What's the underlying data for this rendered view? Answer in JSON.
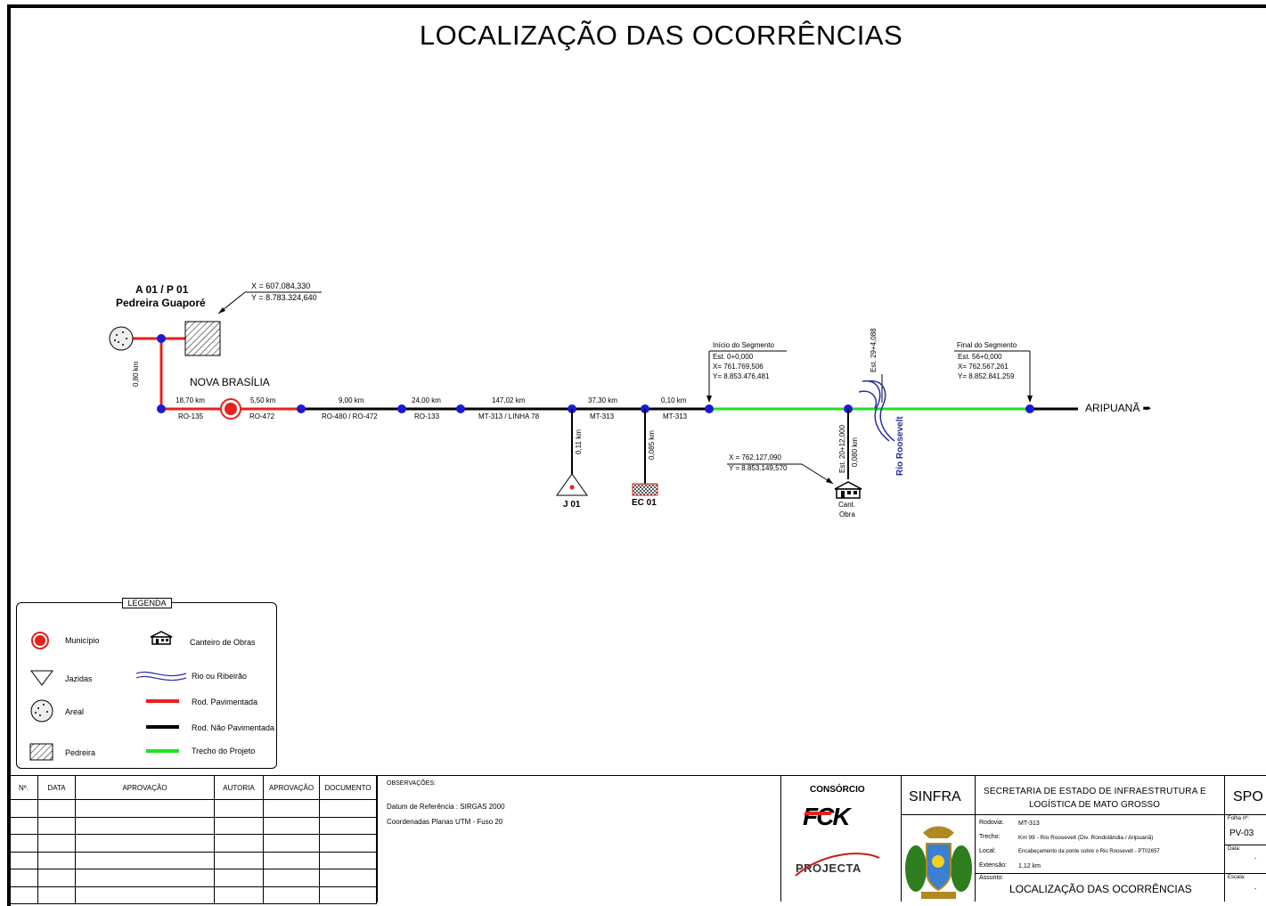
{
  "title": "LOCALIZAÇÃO DAS OCORRÊNCIAS",
  "diagram": {
    "pedreira": {
      "code": "A 01 / P 01",
      "name": "Pedreira Guaporé",
      "x": "X = 607.084,330",
      "y": "Y = 8.783.324,640"
    },
    "branch_distance": "0,80 km",
    "city": "NOVA BRASÍLIA",
    "segments": [
      {
        "distance": "18,70 km",
        "road": "RO-135"
      },
      {
        "distance": "5,50 km",
        "road": "RO-472"
      },
      {
        "distance": "9,00 km",
        "road": "RO-480 / RO-472"
      },
      {
        "distance": "24,00 km",
        "road": "RO-133"
      },
      {
        "distance": "147,02 km",
        "road": "MT-313 / LINHA 78"
      },
      {
        "distance": "37,30 km",
        "road": "MT-313"
      },
      {
        "distance": "0,10 km",
        "road": "MT-313"
      }
    ],
    "jazida": {
      "distance": "0,11 km",
      "code": "J 01"
    },
    "ec": {
      "distance": "0,085 km",
      "code": "EC 01"
    },
    "inicio": {
      "title": "Início do Segmento",
      "est": "Est. 0+0,000",
      "x": "X= 761.769,506",
      "y": "Y= 8.853.476,481"
    },
    "final": {
      "title": "Final do Segmento",
      "est": "Est. 56+0,000",
      "x": "X= 762.567,261",
      "y": "Y= 8.852.841,259"
    },
    "canteiro": {
      "est": "Est. 20+12,000",
      "distance": "0,080 km",
      "x": "X = 762.127,090",
      "y": "Y = 8.853.149,570",
      "label1": "Cant.",
      "label2": "Obra"
    },
    "river": {
      "est": "Est. 29+4,088",
      "name": "Rio Roosevelt"
    },
    "destination": "ARIPUANÃ ➨"
  },
  "legend": {
    "title": "LEGENDA",
    "municipio": "Município",
    "canteiro": "Canteiro de Obras",
    "jazidas": "Jazidas",
    "rio": "Rio ou Ribeirão",
    "areal": "Areal",
    "rod_pav": "Rod. Pavimentada",
    "rod_nao_pav": "Rod. Não Pavimentada",
    "pedreira": "Pedreira",
    "trecho": "Trecho do Projeto"
  },
  "colors": {
    "red": "#e8201c",
    "blue": "#1a1ad6",
    "green": "#22e022",
    "navy": "#2a2aa8"
  },
  "revisions": {
    "headers": [
      "Nº.",
      "DATA",
      "APROVAÇÃO",
      "AUTORIA",
      "APROVAÇÃO",
      "DOCUMENTO"
    ]
  },
  "observacoes": {
    "title": "OBSERVAÇÕES:",
    "line1": "Datum de Referência : SIRGAS 2000",
    "line2": "Coordenadas Planas UTM - Fuso 20"
  },
  "title_block": {
    "consorcio": "CONSÓRCIO",
    "logo1": "FCK",
    "logo2": "PROJECTA",
    "sinfra": "SINFRA",
    "secretaria1": "SECRETARIA DE ESTADO DE INFRAESTRUTURA E",
    "secretaria2": "LOGÍSTICA DE MATO GROSSO",
    "rodovia_label": "Rodovia:",
    "rodovia": "MT-313",
    "trecho_label": "Trecho:",
    "trecho": "Km 99 - Rio Roosevelt (Div. Rondolândia / Aripuanã)",
    "local_label": "Local:",
    "local": "Encabeçamento da ponte sobre o Rio Roosevelt - PT02657",
    "extensao_label": "Extensão:",
    "extensao": "1,12 km",
    "assunto_label": "Assunto:",
    "assunto": "LOCALIZAÇÃO DAS OCORRÊNCIAS",
    "spo": "SPO",
    "folha_label": "Folha nº:",
    "folha": "PV-03",
    "data_label": "Data:",
    "data": "-",
    "escala_label": "Escala:",
    "escala": "-"
  }
}
